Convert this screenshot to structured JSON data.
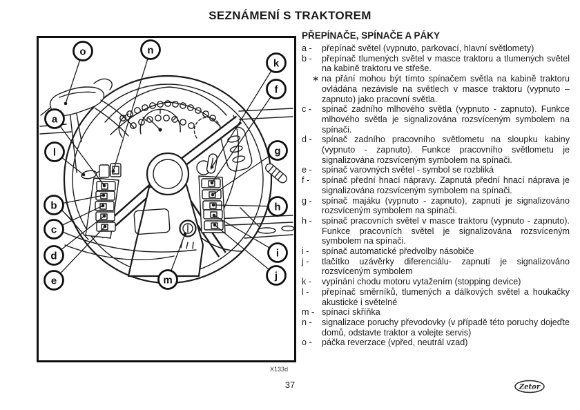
{
  "page": {
    "title": "SEZNÁMENÍ S TRAKTOREM",
    "page_number": "37",
    "figure_code": "X133d",
    "logo_text": "Zetor"
  },
  "section": {
    "heading": "PŘEPÍNAČE, SPÍNAČE A PÁKY",
    "items": [
      {
        "label": "a -",
        "text": "přepínač světel (vypnuto, parkovací, hlavní světlomety)"
      },
      {
        "label": "b -",
        "text": "přepínač tlumených světel v masce traktoru a tlumených světel na kabině traktoru ve střeše.",
        "sub_marker": "∗",
        "sub_text": "na přání mohou být tímto spínačem světla na kabině traktoru ovládána nezávisle na světlech v masce traktoru (vypnuto – zapnuto) jako pracovní světla."
      },
      {
        "label": "c -",
        "text": "spínač zadního mlhového světla (vypnuto - zapnuto). Funkce mlhového světla je signalizována rozsvíceným symbolem na spínači."
      },
      {
        "label": "d -",
        "text": "spínač zadního pracovního světlometu na sloupku kabiny (vypnuto - zapnuto). Funkce pracovního světlometu je signalizována rozsvíceným symbolem na spínači."
      },
      {
        "label": "e -",
        "text": "spínač varovných světel - symbol se rozbliká"
      },
      {
        "label": "f -",
        "text": "spínač přední hnací nápravy. Zapnutá přední hnací náprava je signalizována rozsvíceným symbolem na spínači."
      },
      {
        "label": "g -",
        "text": "spínač majáku (vypnuto - zapnuto), zapnutí je signalizováno rozsvíceným symbolem na spínači."
      },
      {
        "label": "h -",
        "text": "spínač pracovních světel v masce traktoru (vypnuto - zapnuto). Funkce pracovních světel je signalizována rozsvíceným symbolem na spínači."
      },
      {
        "label": "i -",
        "text": "spínač automatické předvolby násobiče"
      },
      {
        "label": "j -",
        "text": "tlačítko uzávěrky diferenciálu- zapnutí je signalizováno rozsvíceným symbolem"
      },
      {
        "label": "k -",
        "text": "vypínání chodu motoru vytažením (stopping device)"
      },
      {
        "label": "l -",
        "text": "přepínač směrníků, tlumených a dálkových světel a houkačky akustické i světelné"
      },
      {
        "label": "m -",
        "text": "spínací skříňka"
      },
      {
        "label": "n -",
        "text": "signalizace poruchy převodovky (v případě této poruchy dojeďte domů, odstavte traktor a volejte servis)"
      },
      {
        "label": "o -",
        "text": "páčka reverzace (vpřed, neutrál vzad)"
      }
    ]
  },
  "diagram": {
    "callouts": [
      "o",
      "n",
      "k",
      "f",
      "a",
      "l",
      "g",
      "b",
      "h",
      "c",
      "d",
      "i",
      "e",
      "j",
      "m"
    ]
  }
}
